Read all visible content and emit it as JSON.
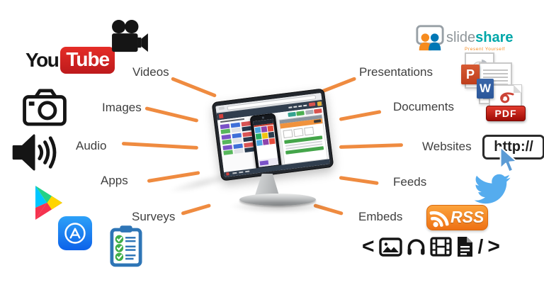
{
  "labels": {
    "videos": "Videos",
    "images": "Images",
    "audio": "Audio",
    "apps": "Apps",
    "surveys": "Surveys",
    "presentations": "Presentations",
    "documents": "Documents",
    "websites": "Websites",
    "feeds": "Feeds",
    "embeds": "Embeds"
  },
  "youtube": {
    "you": "You",
    "tube": "Tube"
  },
  "slideshare": {
    "slide": "slide",
    "share": "share",
    "tagline": "Present Yourself"
  },
  "documents": {
    "powerpoint": "P",
    "word": "W",
    "pdf": "PDF"
  },
  "websites": {
    "url": "http://"
  },
  "feeds": {
    "rss_label": "RSS"
  },
  "embeds": {
    "open": "<",
    "slash": "/",
    "close": ">",
    "icons": [
      "image-icon",
      "headphones-icon",
      "film-icon",
      "document-icon"
    ]
  },
  "colors": {
    "connector_orange": "#EF8B40",
    "label_text": "#3F3F3F",
    "youtube_red": "#CD201F",
    "twitter_blue": "#55ACEE",
    "rss_orange": "#EE7114",
    "slideshare_teal": "#00A7A9",
    "slideshare_orange": "#F68B1F",
    "powerpoint_red": "#C8502B",
    "word_blue": "#2B579A",
    "pdf_red": "#C11E0F",
    "appstore_blue": "#1E7CF2",
    "clipboard_blue": "#2E75B6",
    "check_green": "#3FAE49",
    "cursor_blue": "#5B9BD5",
    "play_colors": [
      "#00C6FF",
      "#22D286",
      "#FFD500",
      "#F5334F"
    ]
  }
}
